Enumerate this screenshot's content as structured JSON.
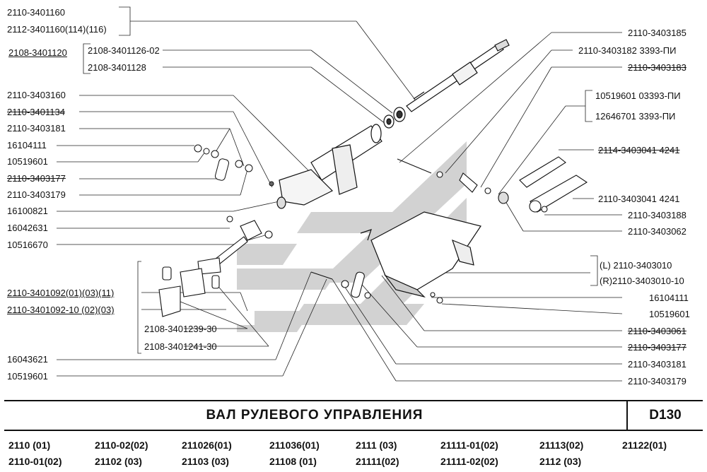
{
  "title": "ВАЛ РУЛЕВОГО УПРАВЛЕНИЯ",
  "code": "D130",
  "left_labels": [
    "2110-3401160",
    "2112-3401160(114)(116)",
    "2108-3401120",
    "2110-3403160",
    "2110-3401134",
    "2110-3403181",
    "16104111",
    "10519601",
    "2110-3403177",
    "2110-3403179",
    "16100821",
    "16042631",
    "10516670",
    "2110-3401092(01)(03)(11)",
    "2110-3401092-10 (02)(03)",
    "16043621",
    "10519601"
  ],
  "center_labels": [
    "2108-3401126-02",
    "2108-3401128",
    "2108-3401239-30",
    "2108-3401241-30"
  ],
  "right_labels": [
    "2110-3403185",
    "2110-3403182  3393-ПИ",
    "2110-3403183",
    "10519601  03393-ПИ",
    "12646701    3393-ПИ",
    "2114-3403041  4241",
    "2110-3403041  4241",
    "2110-3403188",
    "2110-3403062",
    "(L)      2110-3403010",
    "(R)2110-3403010-10",
    "16104111",
    "10519601",
    "2110-3403061",
    "2110-3403177",
    "2110-3403181",
    "2110-3403179"
  ],
  "models": [
    [
      "2110      (01)",
      "2110-01(02)"
    ],
    [
      "2110-02(02)",
      "21102    (03)"
    ],
    [
      "211026(01)",
      "21103  (03)"
    ],
    [
      "211036(01)",
      "21108  (01)"
    ],
    [
      "2111  (03)",
      "21111(02)"
    ],
    [
      "21111-01(02)",
      "21111-02(02)"
    ],
    [
      "21113(02)",
      "2112  (03)"
    ],
    [
      "21122(01)",
      ""
    ]
  ]
}
